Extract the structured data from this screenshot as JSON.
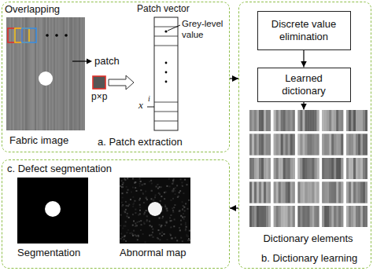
{
  "diagram": {
    "nodes": [
      {
        "text": [
          "a. Patch extraction"
        ]
      },
      {
        "text": [
          "b. Dictionary learning"
        ]
      },
      {
        "text": [
          "Discrete value elimination"
        ],
        "in": 1
      },
      {
        "text": [
          "Learned dictionary"
        ],
        "in": 1
      },
      {
        "text": [
          "Dictionary elements"
        ],
        "in": 1
      },
      {
        "text": [
          "c. Defect segmentation"
        ]
      }
    ],
    "edges": [
      {
        "from": 0,
        "to": 1,
        "arrow": "to"
      },
      {
        "from": 2,
        "to": 3,
        "arrow": "to"
      },
      {
        "from": 3,
        "to": 4,
        "arrow": "to"
      },
      {
        "from": 1,
        "to": 5,
        "arrow": "to"
      }
    ],
    "labels": [
      "Overlapping",
      "patch",
      "p×p",
      "Patch vector",
      "Grey-level value",
      "x",
      "i",
      "Fabric image",
      "Segmentation",
      "Abnormal map"
    ]
  }
}
